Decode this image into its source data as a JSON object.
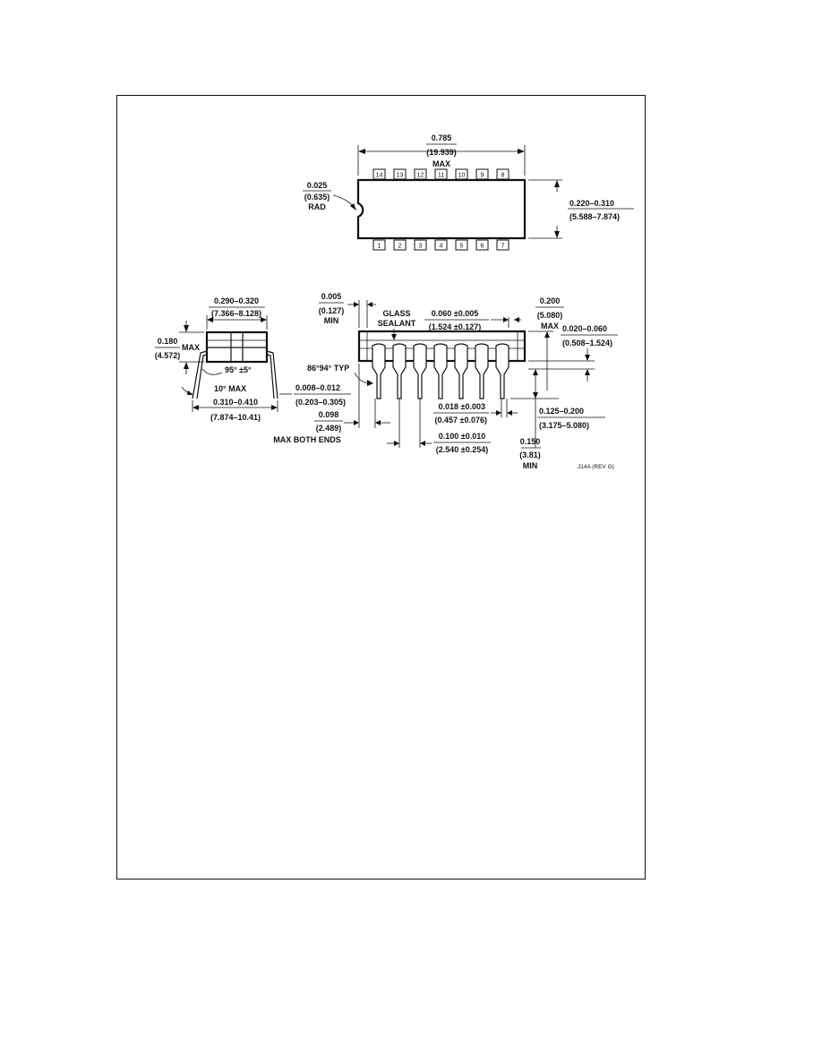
{
  "labels": {
    "top_length": "0.785",
    "top_length_mm": "(19.939)",
    "top_length_max": "MAX",
    "notch_rad": "0.025",
    "notch_rad_mm": "(0.635)",
    "notch_rad_word": "RAD",
    "body_width": "0.220–0.310",
    "body_width_mm": "(5.588–7.874)",
    "end_width": "0.290–0.320",
    "end_width_mm": "(7.366–8.128)",
    "height": "0.180",
    "height_mm": "(4.572)",
    "height_max": "MAX",
    "angle_lead": "95° ±5°",
    "angle_max": "10° MAX",
    "lead_span": "0.310–0.410",
    "lead_span_mm": "(7.874–10.41)",
    "lead_thick": "0.008–0.012",
    "lead_thick_mm": "(0.203–0.305)",
    "end_clear": "0.005",
    "end_clear_mm": "(0.127)",
    "end_clear_min": "MIN",
    "glass": "GLASS",
    "sealant": "SEALANT",
    "shoulder": "0.060 ±0.005",
    "shoulder_mm": "(1.524 ±0.127)",
    "max_height": "0.200",
    "max_height_mm": "(5.080)",
    "max_height_max": "MAX",
    "standoff": "0.020–0.060",
    "standoff_mm": "(0.508–1.524)",
    "side_angle": "86°94° TYP",
    "end_lead": "0.098",
    "end_lead_mm": "(2.489)",
    "end_lead_note": "MAX BOTH ENDS",
    "lead_width": "0.018 ±0.003",
    "lead_width_mm": "(0.457 ±0.076)",
    "pitch": "0.100 ±0.010",
    "pitch_mm": "(2.540 ±0.254)",
    "lead_len": "0.125–0.200",
    "lead_len_mm": "(3.175–5.080)",
    "seat": "0.150",
    "seat_mm": "(3.81)",
    "seat_min": "MIN",
    "rev": "J14A (REV G)"
  },
  "pins_top": [
    "14",
    "13",
    "12",
    "11",
    "10",
    "9",
    "8"
  ],
  "pins_bottom": [
    "1",
    "2",
    "3",
    "4",
    "5",
    "6",
    "7"
  ]
}
